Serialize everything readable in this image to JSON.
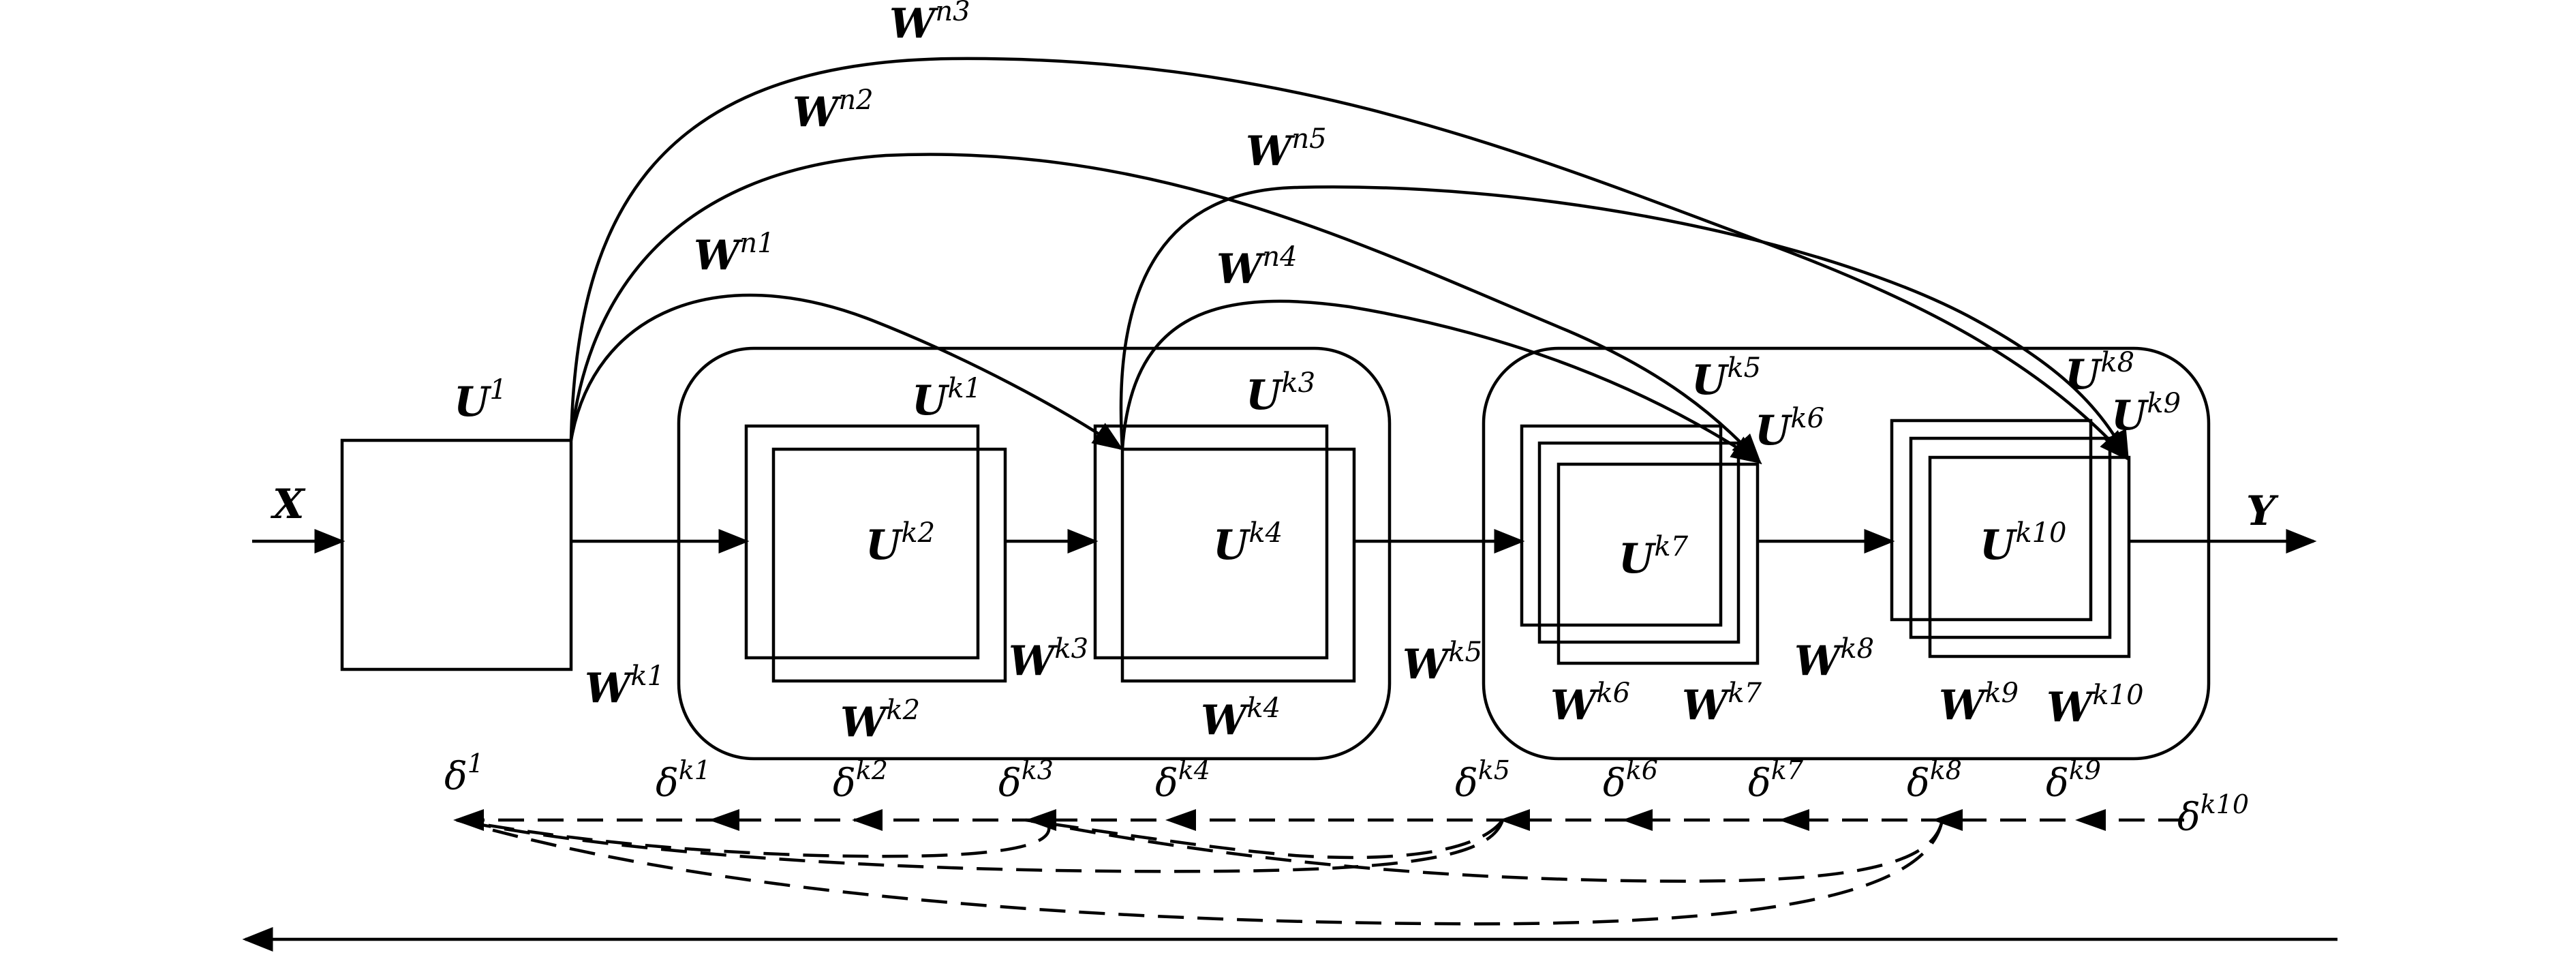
{
  "labels": {
    "X": "X",
    "Y": "Y",
    "U": {
      "base": "U",
      "1": "1",
      "k1": "k1",
      "k2": "k2",
      "k3": "k3",
      "k4": "k4",
      "k5": "k5",
      "k6": "k6",
      "k7": "k7",
      "k8": "k8",
      "k9": "k9",
      "k10": "k10"
    },
    "W": {
      "base": "W",
      "k1": "k1",
      "k2": "k2",
      "k3": "k3",
      "k4": "k4",
      "k5": "k5",
      "k6": "k6",
      "k7": "k7",
      "k8": "k8",
      "k9": "k9",
      "k10": "k10",
      "n1": "n1",
      "n2": "n2",
      "n3": "n3",
      "n4": "n4",
      "n5": "n5"
    },
    "delta": {
      "base": "δ",
      "1": "1",
      "k1": "k1",
      "k2": "k2",
      "k3": "k3",
      "k4": "k4",
      "k5": "k5",
      "k6": "k6",
      "k7": "k7",
      "k8": "k8",
      "k9": "k9",
      "k10": "k10"
    }
  }
}
